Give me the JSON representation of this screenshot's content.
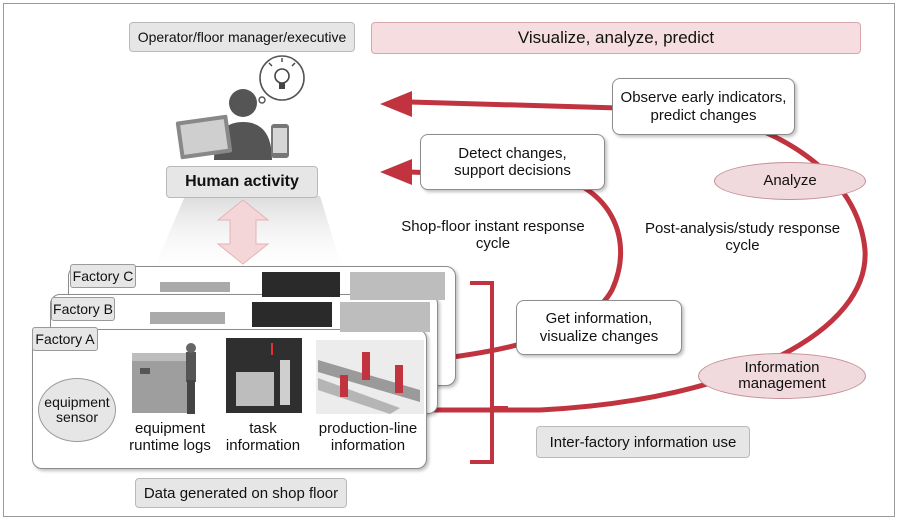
{
  "header": {
    "roles": "Operator/floor manager/executive",
    "banner": "Visualize, analyze, predict"
  },
  "human_activity": "Human activity",
  "boxes": {
    "observe": [
      "Observe early indicators,",
      "predict changes"
    ],
    "detect": [
      "Detect changes,",
      "support decisions"
    ],
    "get_info": [
      "Get information,",
      "visualize changes"
    ]
  },
  "cycles": {
    "shop_floor": [
      "Shop-floor instant response",
      "cycle"
    ],
    "post_analysis": [
      "Post-analysis/study response",
      "cycle"
    ]
  },
  "ellipses": {
    "analyze": "Analyze",
    "info_mgmt": [
      "Information",
      "management"
    ]
  },
  "factories": [
    "Factory C",
    "Factory B",
    "Factory A"
  ],
  "sensor": [
    "equipment",
    "sensor"
  ],
  "data_types": [
    [
      "equipment",
      "runtime logs"
    ],
    [
      "task",
      "information"
    ],
    [
      "production-line",
      "information"
    ]
  ],
  "inter_factory": "Inter-factory information use",
  "footer": "Data generated on shop floor",
  "colors": {
    "accent": "#c0333f",
    "pink": "#f1dadd",
    "gray": "#e6e6e6"
  }
}
